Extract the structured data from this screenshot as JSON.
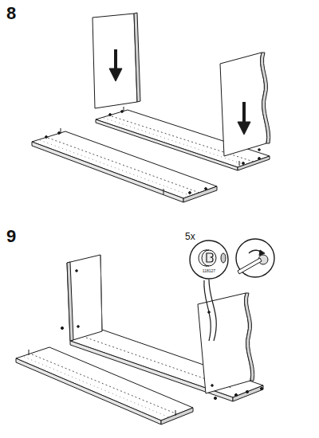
{
  "diagram": {
    "labels": [
      "8",
      "9",
      "5x",
      "118127"
    ]
  }
}
